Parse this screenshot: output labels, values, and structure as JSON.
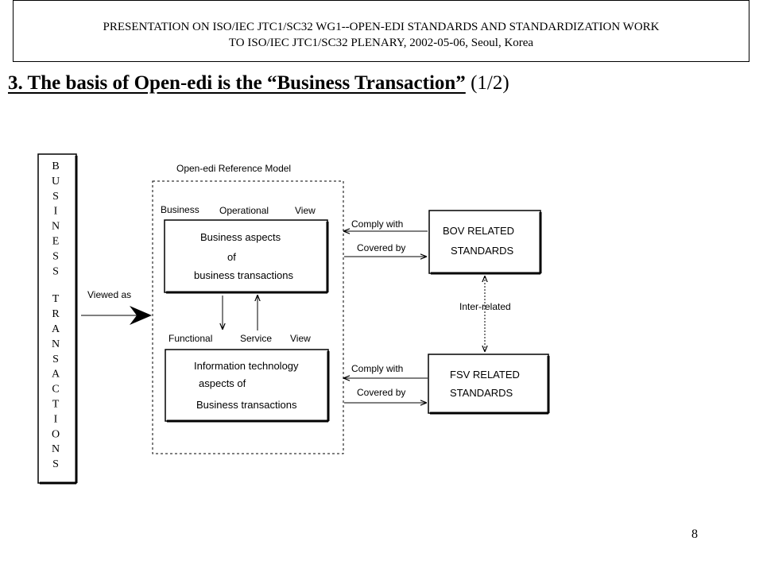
{
  "header": {
    "line1": "PRESENTATION ON ISO/IEC JTC1/SC32 WG1--OPEN-EDI STANDARDS AND STANDARDIZATION WORK",
    "line2": "TO ISO/IEC JTC1/SC32 PLENARY,  2002-05-06, Seoul, Korea"
  },
  "title": {
    "main": "3. The basis of Open-edi is the “Business Transaction”",
    "part": " (1/2)"
  },
  "diagram": {
    "side_letters": [
      "B",
      "U",
      "S",
      "I",
      "N",
      "E",
      "S",
      "S",
      "T",
      "R",
      "A",
      "N",
      "S",
      "A",
      "C",
      "T",
      "I",
      "O",
      "N",
      "S"
    ],
    "viewed_as": "Viewed as",
    "model_label": "Open-edi Reference Model",
    "bov": {
      "w1": "Business",
      "w2": "Operational",
      "w3": "View",
      "box_lines": [
        "Business aspects",
        "of",
        "business transactions"
      ]
    },
    "fsv": {
      "w1": "Functional",
      "w2": "Service",
      "w3": "View",
      "box_lines": [
        "Information technology",
        "aspects of",
        "Business transactions"
      ]
    },
    "comply_with": "Comply with",
    "covered_by": "Covered by",
    "bov_standards": [
      "BOV RELATED",
      "STANDARDS"
    ],
    "fsv_standards": [
      "FSV RELATED",
      "STANDARDS"
    ],
    "inter_related": "Inter-related"
  },
  "page_number": "8"
}
